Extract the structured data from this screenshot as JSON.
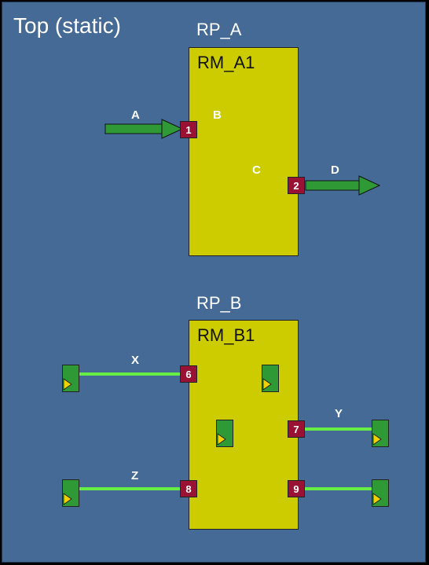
{
  "title": "Top (static)",
  "partitions": [
    {
      "rp": "RP_A",
      "rm": "RM_A1"
    },
    {
      "rp": "RP_B",
      "rm": "RM_B1"
    }
  ],
  "signals": {
    "A": "A",
    "B": "B",
    "C": "C",
    "D": "D",
    "X": "X",
    "Y": "Y",
    "Z": "Z"
  },
  "ports": [
    "1",
    "2",
    "6",
    "7",
    "8",
    "9"
  ],
  "colors": {
    "background": "#446a95",
    "module": "#cccc00",
    "port": "#9a1233",
    "arrow": "#2f9a35",
    "wire": "#66ee44",
    "register": "#2f9a35",
    "clock_marker": "#f0d000"
  }
}
